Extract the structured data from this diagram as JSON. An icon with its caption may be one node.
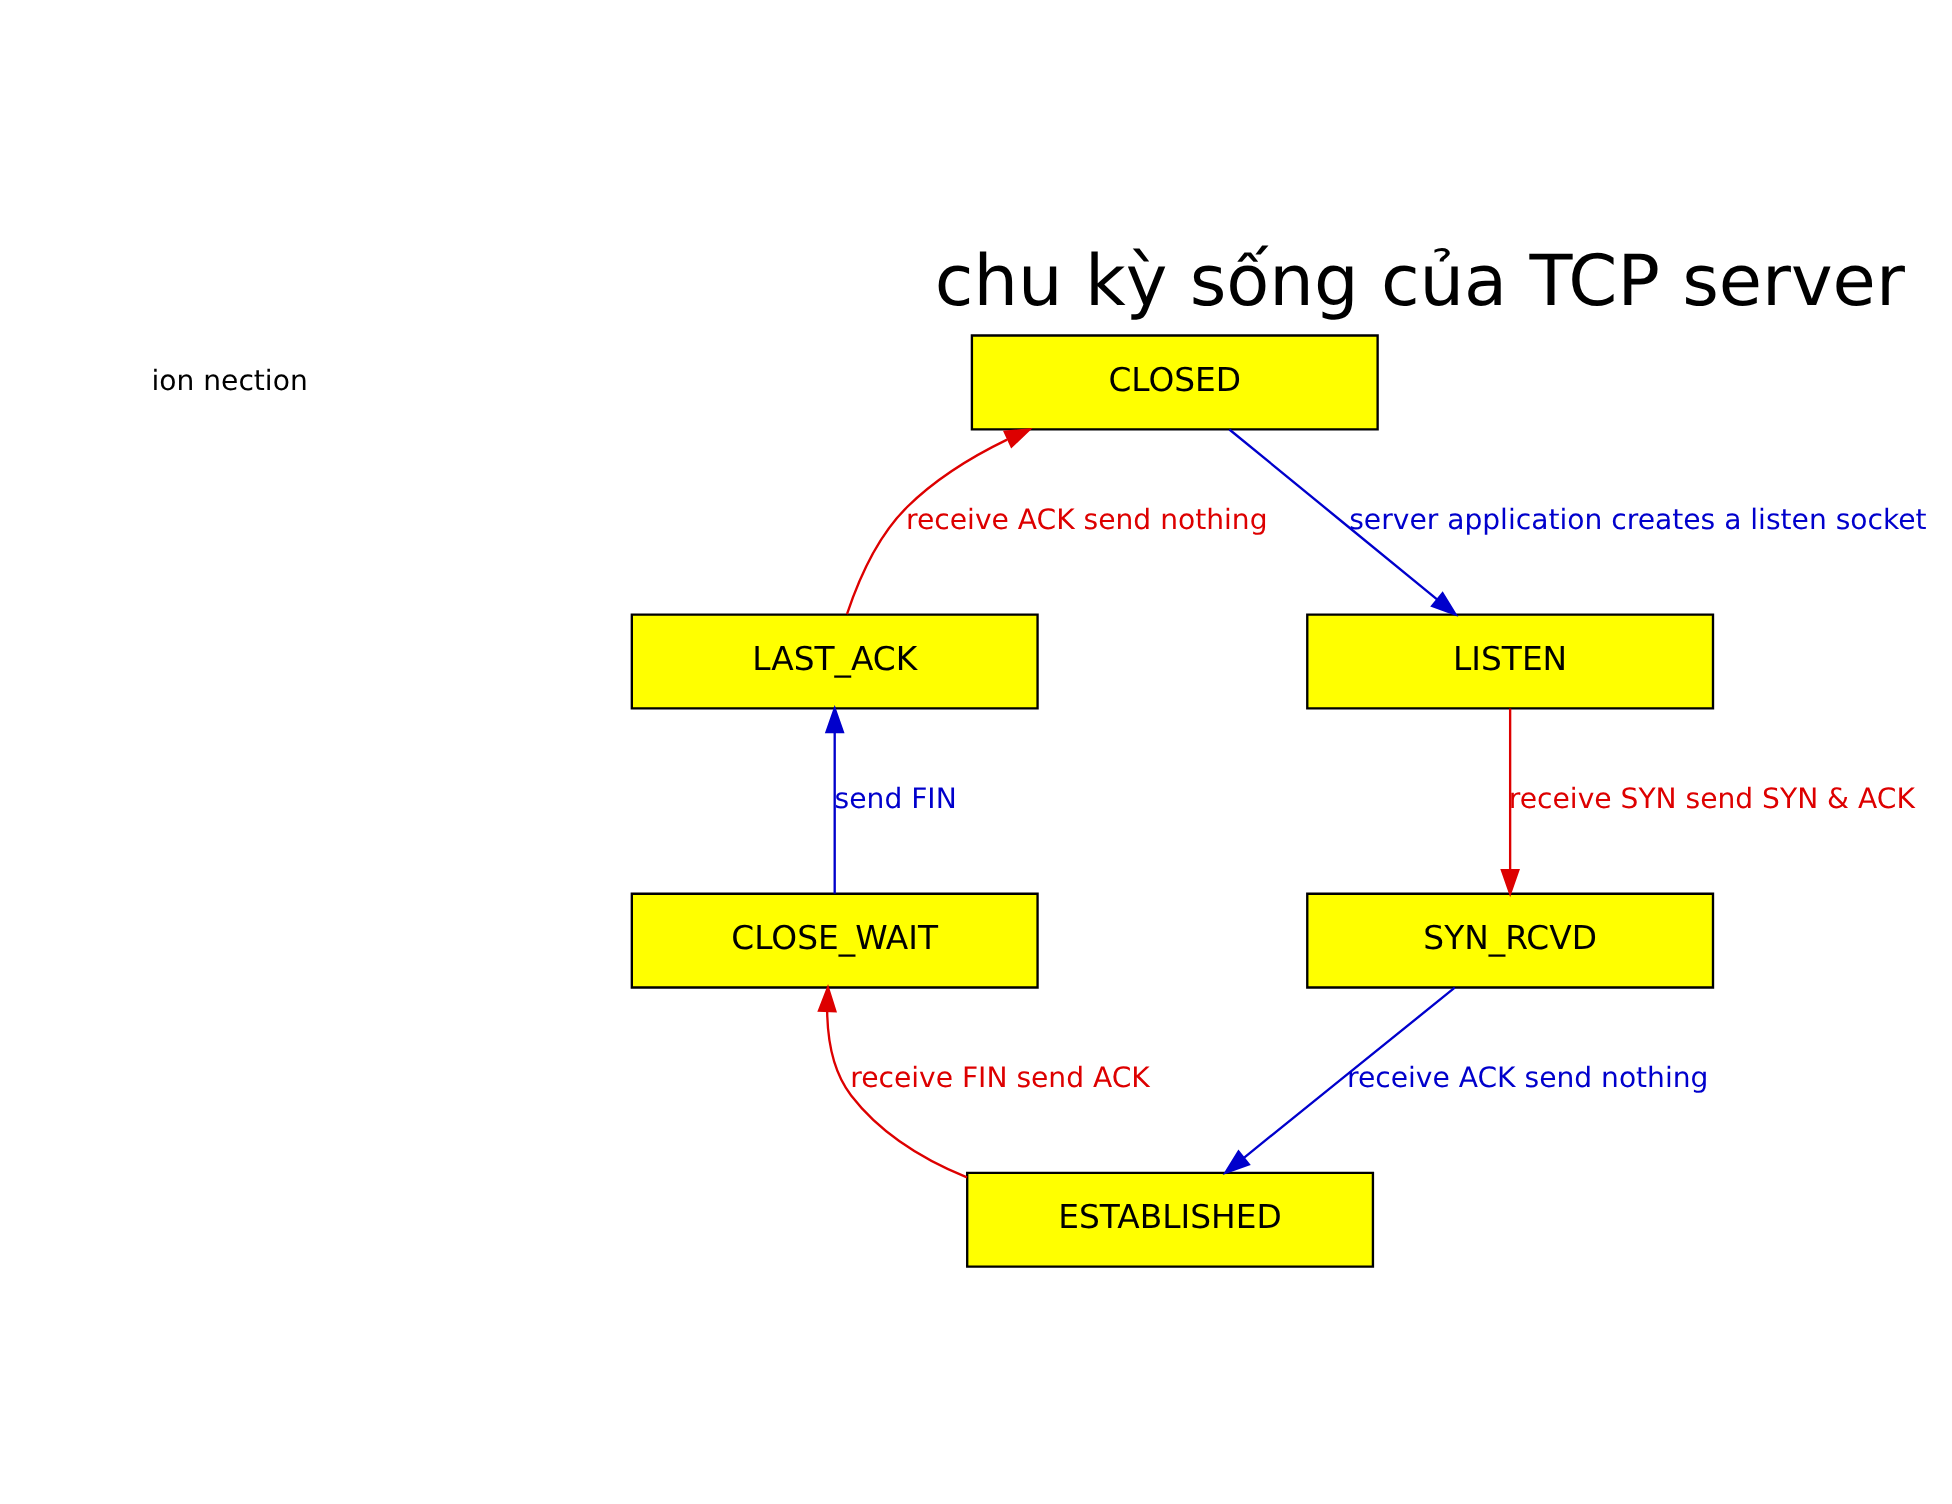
{
  "diagram": {
    "title": "chu kỳ sống của TCP server",
    "nodes": [
      {
        "text": [
          "CLOSED"
        ]
      },
      {
        "text": [
          "LAST_ACK"
        ]
      },
      {
        "text": [
          "LISTEN"
        ]
      },
      {
        "text": [
          "CLOSE_WAIT"
        ]
      },
      {
        "text": [
          "SYN_RCVD"
        ]
      },
      {
        "text": [
          "ESTABLISHED"
        ]
      }
    ],
    "edges": [
      {
        "from": 0,
        "to": 2,
        "arrow": "to",
        "label": "server application creates a listen socket",
        "color": "#0000cc"
      },
      {
        "from": 2,
        "to": 4,
        "arrow": "to",
        "label": "receive SYN send SYN & ACK",
        "color": "#dd0000"
      },
      {
        "from": 4,
        "to": 5,
        "arrow": "to",
        "label": "receive ACK send nothing",
        "color": "#0000cc"
      },
      {
        "from": 5,
        "to": 3,
        "arrow": "to",
        "label": "receive FIN send ACK",
        "color": "#dd0000"
      },
      {
        "from": 3,
        "to": 1,
        "arrow": "to",
        "label": "send FIN",
        "color": "#0000cc"
      },
      {
        "from": 1,
        "to": 0,
        "arrow": "to",
        "label": "receive ACK send nothing",
        "color": "#dd0000"
      }
    ],
    "labels": [
      "ion nection"
    ]
  }
}
